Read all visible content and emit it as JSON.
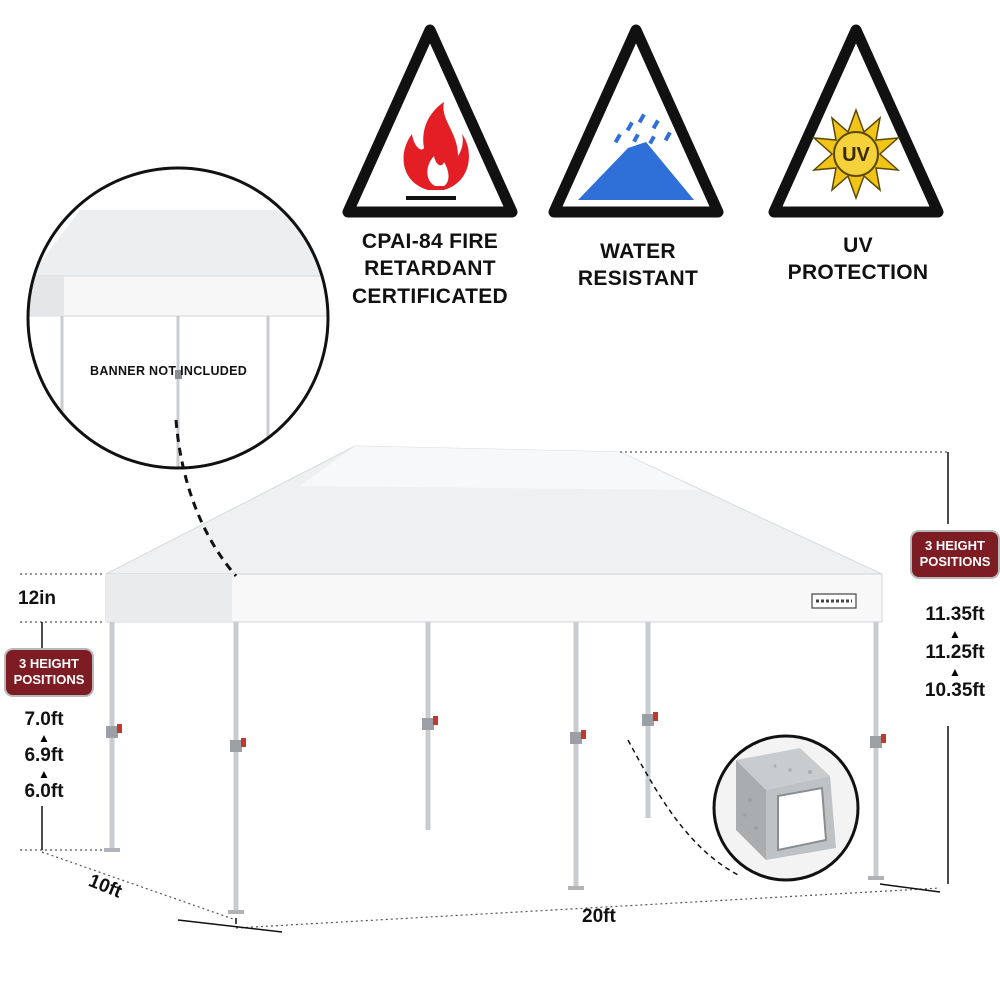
{
  "features": [
    {
      "icon": "fire-warning-icon",
      "lines": [
        "CPAI-84 FIRE",
        "RETARDANT",
        "CERTIFICATED"
      ],
      "color": "#e31e24"
    },
    {
      "icon": "water-warning-icon",
      "lines": [
        "WATER",
        "RESISTANT"
      ],
      "color": "#2f6fd8"
    },
    {
      "icon": "uv-warning-icon",
      "lines": [
        "UV",
        "PROTECTION"
      ],
      "color": "#f2c418"
    }
  ],
  "callout": {
    "text": "BANNER NOT INCLUDED"
  },
  "left_dims": {
    "valance": "12in",
    "badge": [
      "3 HEIGHT",
      "POSITIONS"
    ],
    "heights": [
      "7.0ft",
      "6.9ft",
      "6.0ft"
    ]
  },
  "right_dims": {
    "badge": [
      "3 HEIGHT",
      "POSITIONS"
    ],
    "heights": [
      "11.35ft",
      "11.25ft",
      "10.35ft"
    ]
  },
  "footprint": {
    "depth": "10ft",
    "width": "20ft"
  },
  "colors": {
    "badge": "#7e1c24",
    "canopy": "#f4f5f6"
  },
  "arrow_glyph": "▲"
}
